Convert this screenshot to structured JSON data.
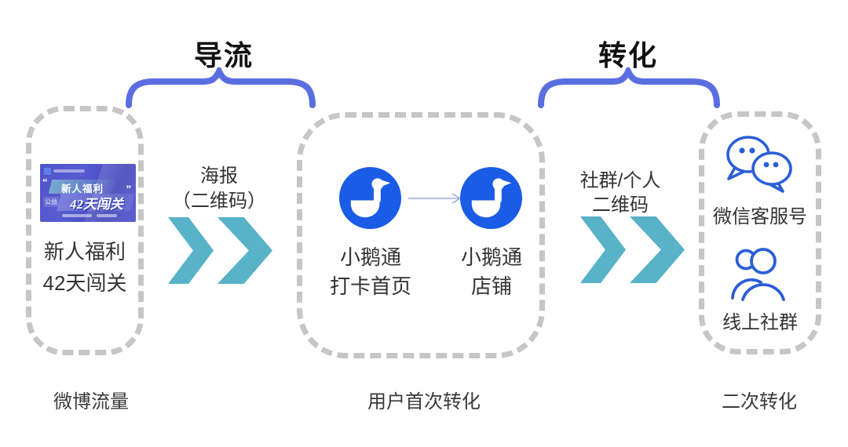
{
  "titles": {
    "flow_stage_1": "导流",
    "flow_stage_2": "转化"
  },
  "stage_weibo": {
    "banner": {
      "quote_open": "“",
      "headline": "新人福利",
      "quote_close": "”",
      "tag": "公益",
      "big_text": "42天闯关"
    },
    "line1": "新人福利",
    "line2": "42天闯关",
    "caption": "微博流量"
  },
  "arrow_poster": {
    "line1": "海报",
    "line2": "（二维码）"
  },
  "stage_xiaoetong": {
    "items": [
      {
        "line1": "小鹅通",
        "line2": "打卡首页"
      },
      {
        "line1": "小鹅通",
        "line2": "店铺"
      }
    ],
    "caption": "用户首次转化"
  },
  "arrow_qrcode": {
    "line1": "社群/个人",
    "line2": "二维码"
  },
  "stage_wechat": {
    "items": [
      {
        "label": "微信客服号"
      },
      {
        "label": "线上社群"
      }
    ],
    "caption": "二次转化"
  },
  "icons": {
    "xiaoetong_logo": "goose-in-blue-circle",
    "wechat": "wechat-chat-bubbles",
    "community": "user-group-outline",
    "flow_arrow": "double-chevron-right",
    "brace": "horizontal-curly-brace"
  },
  "colors": {
    "brace": "#5b6ee1",
    "chevron": "#58b2c8",
    "logo_blue": "#1a5ce6",
    "icon_stroke": "#2b5fd6",
    "dashed_border": "#c6c6c6",
    "text": "#333333",
    "title": "#111111",
    "banner_bg": "#5053c8"
  }
}
